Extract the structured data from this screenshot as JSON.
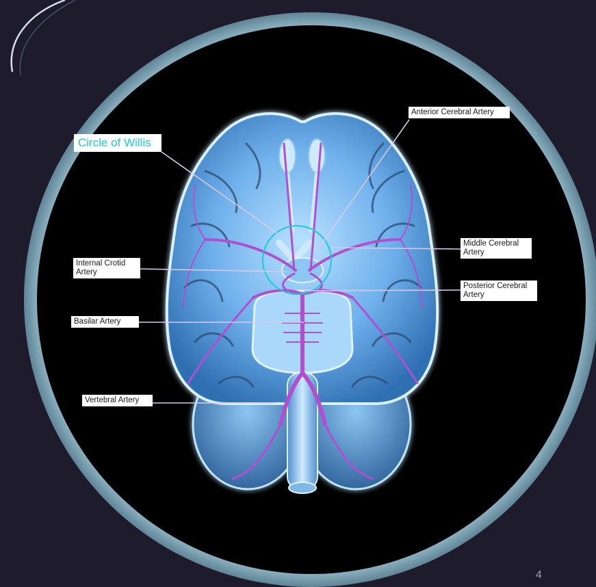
{
  "labels": {
    "circle_of_willis": "Circle of Willis",
    "anterior_cerebral": "Anterior Cerebral Artery",
    "middle_cerebral": "Middle Cerebral Artery",
    "posterior_cerebral": "Posterior Cerebral Artery",
    "internal_carotid": "Internal Crotid Artery",
    "basilar": "Basilar Artery",
    "vertebral": "Vertebral Artery"
  },
  "slide_number": "4",
  "colors": {
    "background": "#1e1b2d",
    "ring": "#8fb3c2",
    "brain": "#6fb0ec",
    "artery": "#b04fd0",
    "accent": "#1ec9d6"
  }
}
